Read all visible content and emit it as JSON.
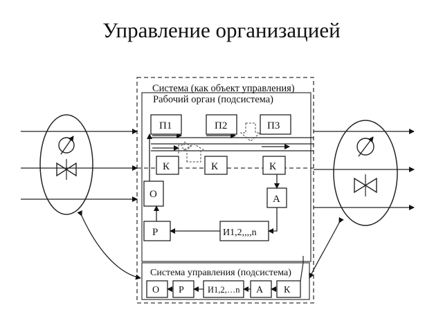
{
  "title": "Управление организацией",
  "diagram": {
    "system_label": "Система (как объект управления)",
    "working_organ_label": "Рабочий орган (подсистема)",
    "control_system_label": "Система управления (подсистема)",
    "boxes": {
      "p1": "П1",
      "p2": "П2",
      "p3": "П3",
      "k1": "К",
      "k2": "К",
      "k3": "К",
      "o": "О",
      "a": "А",
      "r": "Р",
      "i": "И1,2,,,,n"
    },
    "control_row": {
      "o": "О",
      "r": "Р",
      "i": "И1,2,…n",
      "a": "А",
      "k": "К"
    },
    "left_symbol": "left-input-transducer",
    "right_symbol": "right-output-transducer"
  }
}
